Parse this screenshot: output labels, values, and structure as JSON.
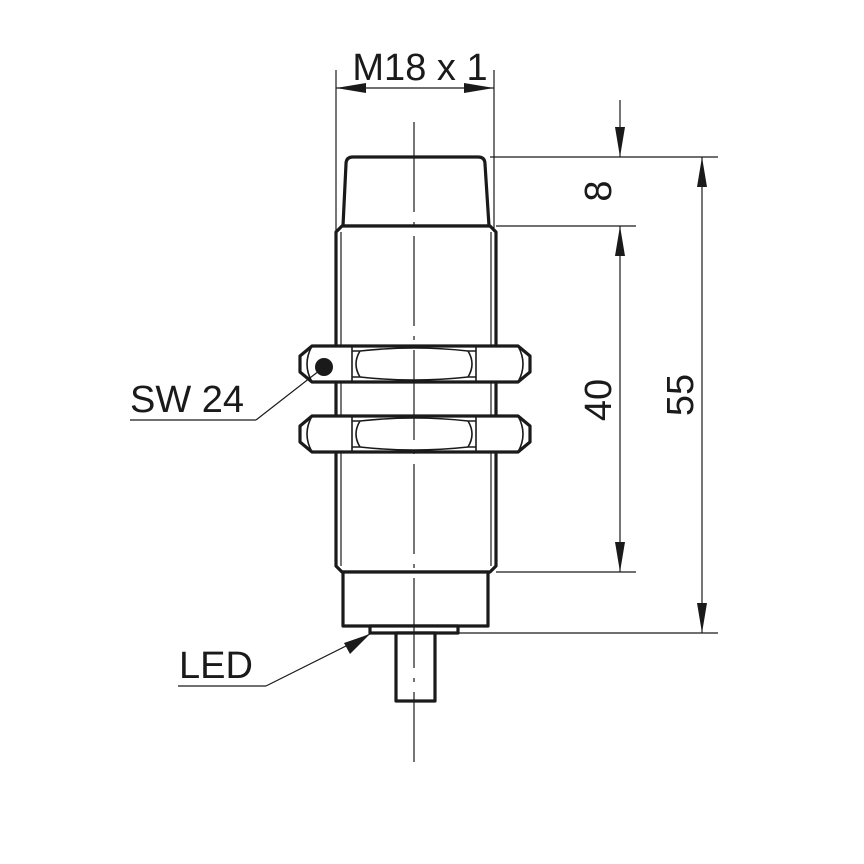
{
  "labels": {
    "thread": "M18 x 1",
    "wrench_size": "SW 24",
    "led": "LED"
  },
  "dimensions": {
    "cap_height": "8",
    "thread_length": "40",
    "overall_length": "55"
  }
}
